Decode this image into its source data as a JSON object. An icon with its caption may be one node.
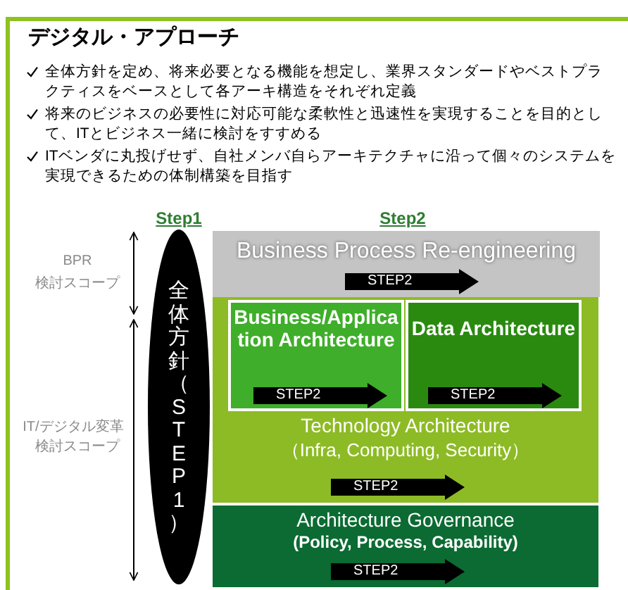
{
  "diagram": {
    "title": "デジタル・アプローチ",
    "nodes": [
      {
        "text": [
          "全体方針（STEP1）"
        ],
        "beside": [
          "Step1"
        ]
      },
      {
        "text": [
          "Business Process Re-engineering"
        ]
      },
      {
        "text": [
          "STEP2"
        ],
        "in": 1
      },
      {
        "text": [
          "Technology Architecture",
          "（Infra, Computing, Security）"
        ]
      },
      {
        "text": [
          "Business/Application Architecture"
        ],
        "in": 3
      },
      {
        "text": [
          "STEP2"
        ],
        "in": 4
      },
      {
        "text": [
          "Data Architecture"
        ],
        "in": 3
      },
      {
        "text": [
          "STEP2"
        ],
        "in": 6
      },
      {
        "text": [
          "STEP2"
        ],
        "in": 3
      },
      {
        "text": [
          "Architecture Governance",
          "(Policy, Process, Capability)"
        ]
      },
      {
        "text": [
          "STEP2"
        ],
        "in": 9
      }
    ],
    "labels": [
      "全体方針を定め、将来必要となる機能を想定し、業界スタンダードやベストプラクティスをベースとして各アーキ構造をそれぞれ定義",
      "将来のビジネスの必要性に対応可能な柔軟性と迅速性を実現することを目的として、ITとビジネス一緒に検討をすすめる",
      "ITベンダに丸投げせず、自社メンバ自らアーキテクチャに沿って個々のシステムを実現できるための体制構築を目指す",
      "Step2",
      "BPR",
      "検討スコープ",
      "IT/デジタル変革",
      "検討スコープ"
    ]
  }
}
